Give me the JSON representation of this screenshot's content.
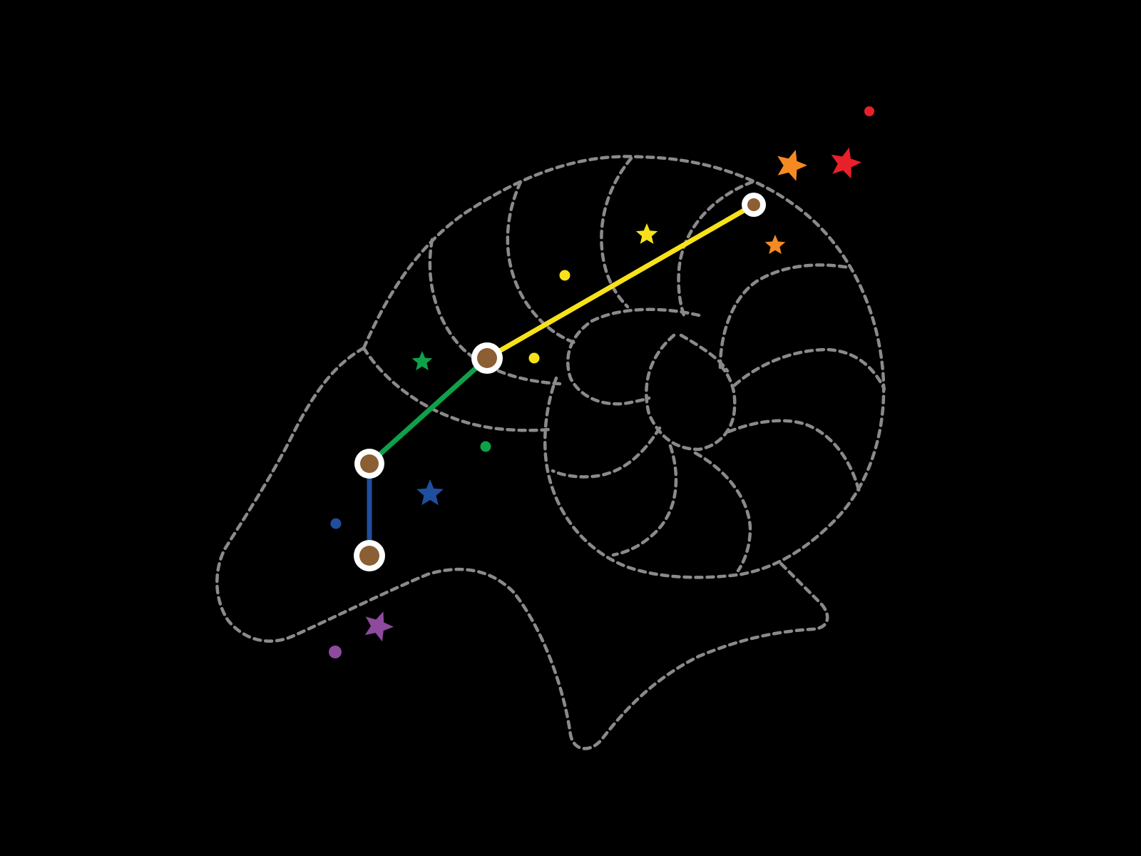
{
  "colors": {
    "background": "#000000",
    "outline": "#8a8a8a",
    "node_ring": "#ffffff",
    "node_core": "#8b5e34",
    "yellow": "#f7e21a",
    "green": "#0fa04a",
    "blue": "#1f4e9c",
    "purple": "#8e4a9e",
    "orange": "#f58a23",
    "red": "#e8202a"
  },
  "diagram": {
    "nodes": [
      {
        "id": "node-1",
        "label": ""
      },
      {
        "id": "node-2",
        "label": ""
      },
      {
        "id": "node-3",
        "label": ""
      },
      {
        "id": "node-4",
        "label": ""
      }
    ],
    "links": [
      {
        "from": "node-1",
        "to": "node-2",
        "color": "yellow"
      },
      {
        "from": "node-2",
        "to": "node-3",
        "color": "green"
      },
      {
        "from": "node-3",
        "to": "node-4",
        "color": "blue"
      }
    ],
    "markers": [
      {
        "kind": "star",
        "color": "yellow"
      },
      {
        "kind": "dot",
        "color": "yellow"
      },
      {
        "kind": "dot",
        "color": "yellow"
      },
      {
        "kind": "star",
        "color": "green"
      },
      {
        "kind": "dot",
        "color": "green"
      },
      {
        "kind": "star",
        "color": "blue"
      },
      {
        "kind": "dot",
        "color": "blue"
      },
      {
        "kind": "star",
        "color": "purple"
      },
      {
        "kind": "dot",
        "color": "purple"
      },
      {
        "kind": "star",
        "color": "orange"
      },
      {
        "kind": "star",
        "color": "orange"
      },
      {
        "kind": "star",
        "color": "red"
      },
      {
        "kind": "dot",
        "color": "red"
      }
    ]
  }
}
